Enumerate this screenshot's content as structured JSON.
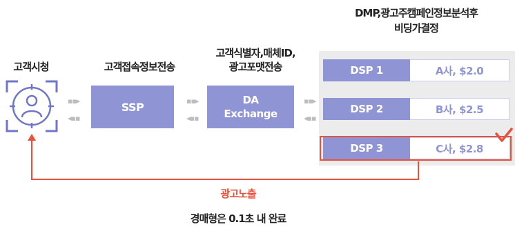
{
  "labels": {
    "customer_view": "고객시청",
    "send_access_info": "고객접속정보전송",
    "send_info_line1": "고객식별자,매체ID,",
    "send_info_line2": "광고포맷전송",
    "dmp_line1": "DMP,광고주캠페인정보분석후",
    "dmp_line2": "비딩가결정"
  },
  "boxes": {
    "ssp": "SSP",
    "exchange_line1": "DA",
    "exchange_line2": "Exchange"
  },
  "dsp_rows": [
    {
      "name": "DSP 1",
      "bid": "A사, $2.0"
    },
    {
      "name": "DSP 2",
      "bid": "B사, $2.5"
    },
    {
      "name": "DSP 3",
      "bid": "C사, $2.8"
    }
  ],
  "ad_exposure": "광고노출",
  "footer": "경매형은 0.1초 내 완료",
  "colors": {
    "box": "#8f95d4",
    "accent": "#e8513c",
    "icon": "#6f76c9"
  }
}
